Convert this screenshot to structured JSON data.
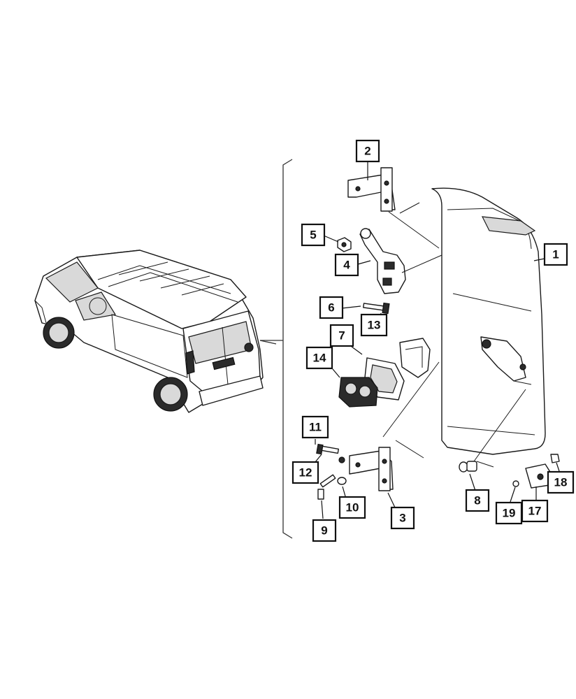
{
  "callouts": [
    {
      "id": "c1",
      "label": "1"
    },
    {
      "id": "c2",
      "label": "2"
    },
    {
      "id": "c3",
      "label": "3"
    },
    {
      "id": "c4",
      "label": "4"
    },
    {
      "id": "c5",
      "label": "5"
    },
    {
      "id": "c6",
      "label": "6"
    },
    {
      "id": "c7",
      "label": "7"
    },
    {
      "id": "c8",
      "label": "8"
    },
    {
      "id": "c9",
      "label": "9"
    },
    {
      "id": "c10",
      "label": "10"
    },
    {
      "id": "c11",
      "label": "11"
    },
    {
      "id": "c12",
      "label": "12"
    },
    {
      "id": "c13",
      "label": "13"
    },
    {
      "id": "c14",
      "label": "14"
    },
    {
      "id": "c17",
      "label": "17"
    },
    {
      "id": "c18",
      "label": "18"
    },
    {
      "id": "c19",
      "label": "19"
    }
  ],
  "colors": {
    "ink": "#111111",
    "paper": "#ffffff"
  }
}
